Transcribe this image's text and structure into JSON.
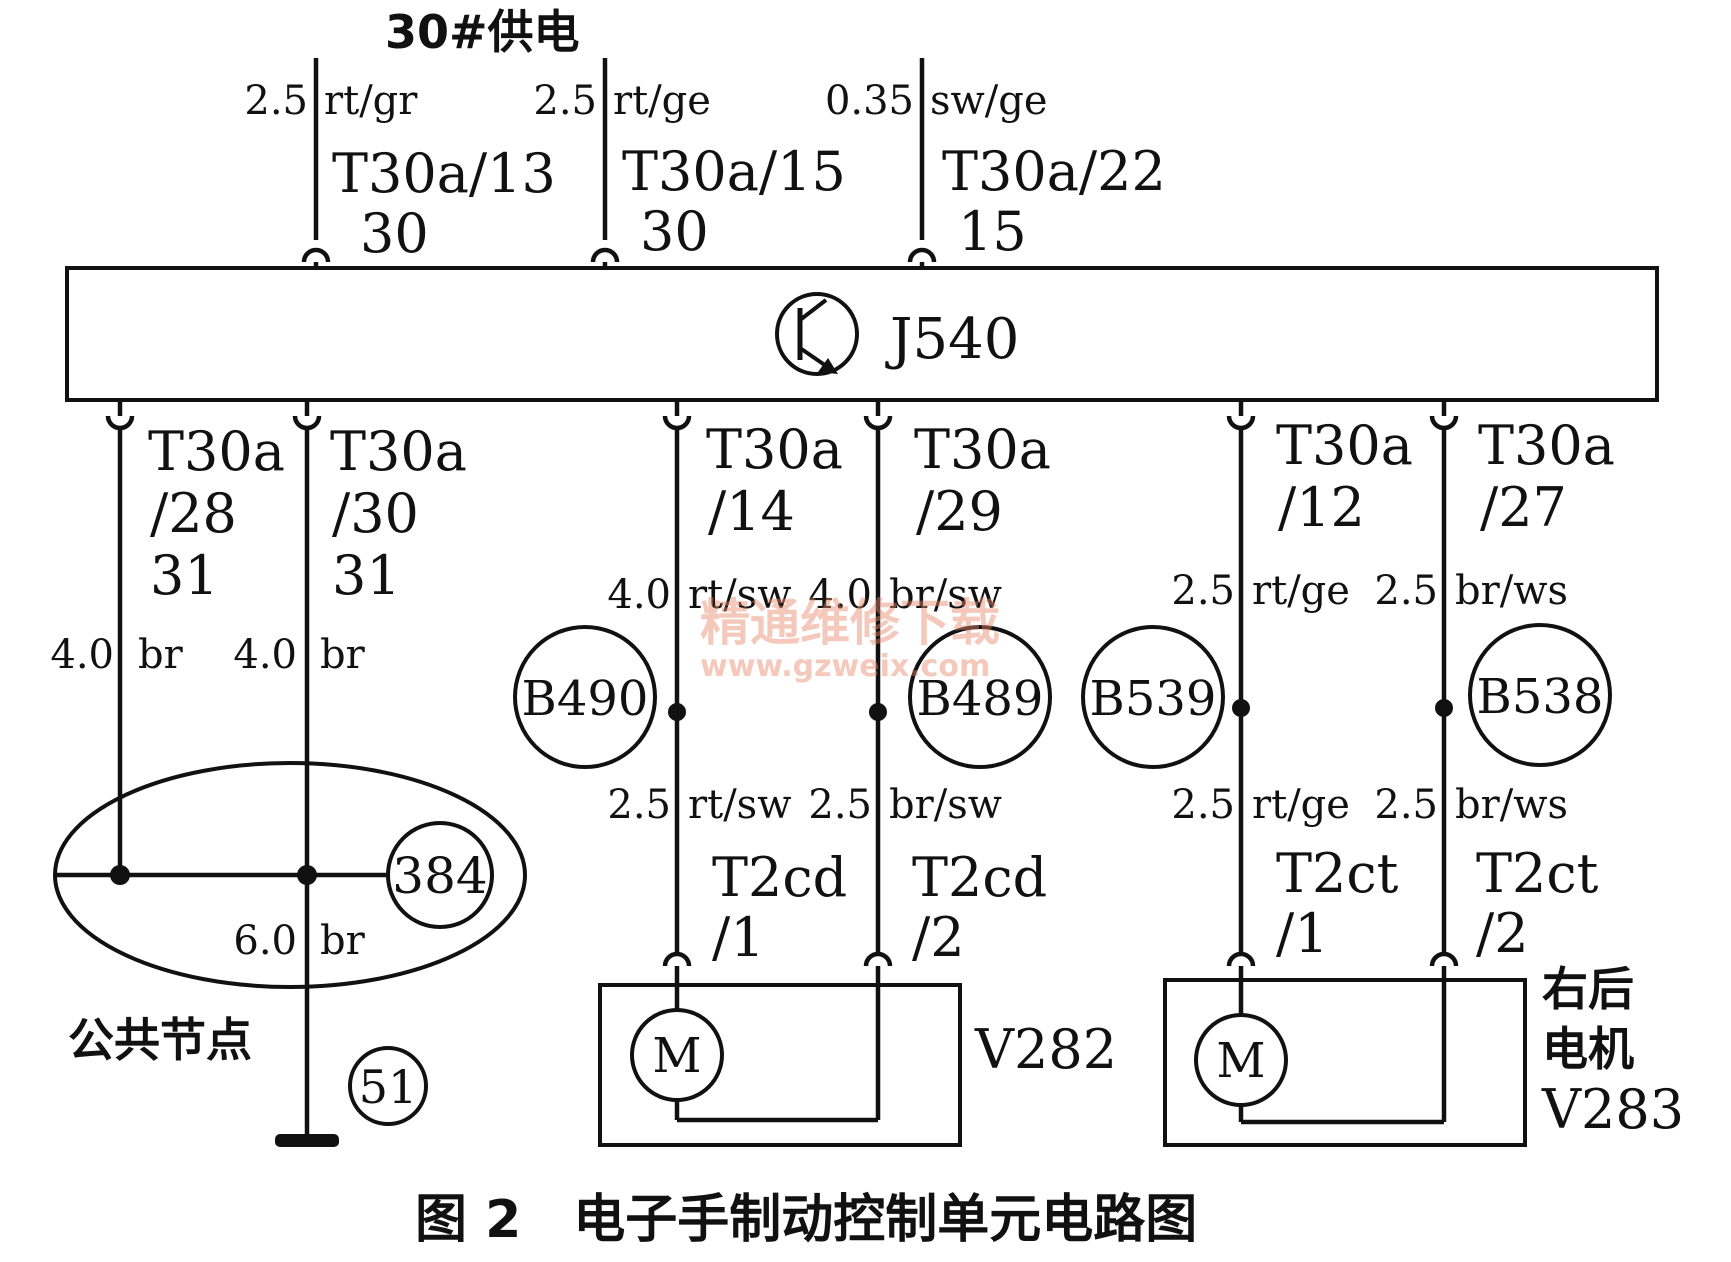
{
  "title_supply": "30#供电",
  "control_unit": {
    "id": "J540"
  },
  "top_wires": [
    {
      "gauge": "2.5",
      "color": "rt/gr",
      "connector": "T30a/13",
      "pin": "30"
    },
    {
      "gauge": "2.5",
      "color": "rt/ge",
      "connector": "T30a/15",
      "pin": "30"
    },
    {
      "gauge": "0.35",
      "color": "sw/ge",
      "connector": "T30a/22",
      "pin": "15"
    }
  ],
  "bottom_connectors": [
    {
      "line1": "T30a",
      "line2": "/28",
      "line3": "31"
    },
    {
      "line1": "T30a",
      "line2": "/30",
      "line3": "31"
    },
    {
      "line1": "T30a",
      "line2": "/14",
      "line3": ""
    },
    {
      "line1": "T30a",
      "line2": "/29",
      "line3": ""
    },
    {
      "line1": "T30a",
      "line2": "/12",
      "line3": ""
    },
    {
      "line1": "T30a",
      "line2": "/27",
      "line3": ""
    }
  ],
  "ground_wires": [
    {
      "gauge": "4.0",
      "color": "br"
    },
    {
      "gauge": "4.0",
      "color": "br"
    },
    {
      "gauge": "6.0",
      "color": "br"
    }
  ],
  "motor_upper_wires": [
    {
      "gauge": "4.0",
      "color": "rt/sw"
    },
    {
      "gauge": "4.0",
      "color": "br/sw"
    },
    {
      "gauge": "2.5",
      "color": "rt/ge"
    },
    {
      "gauge": "2.5",
      "color": "br/ws"
    }
  ],
  "motor_lower_wires": [
    {
      "gauge": "2.5",
      "color": "rt/sw"
    },
    {
      "gauge": "2.5",
      "color": "br/sw"
    },
    {
      "gauge": "2.5",
      "color": "rt/ge"
    },
    {
      "gauge": "2.5",
      "color": "br/ws"
    }
  ],
  "splice_points": [
    "B490",
    "B489",
    "B539",
    "B538"
  ],
  "ground_points": [
    "384",
    "51"
  ],
  "common_node_label": "公共节点",
  "motor_connectors": [
    {
      "line1": "T2cd",
      "line2": "/1"
    },
    {
      "line1": "T2cd",
      "line2": "/2"
    },
    {
      "line1": "T2ct",
      "line2": "/1"
    },
    {
      "line1": "T2ct",
      "line2": "/2"
    }
  ],
  "motors": [
    {
      "symbol": "M",
      "id": "V282",
      "name_line1": "",
      "name_line2": ""
    },
    {
      "symbol": "M",
      "id": "V283",
      "name_line1": "右后",
      "name_line2": "电机"
    }
  ],
  "watermark": {
    "cn": "精通维修下载",
    "url": "www.gzweix.com"
  },
  "caption": "图 2　电子手制动控制单元电路图"
}
